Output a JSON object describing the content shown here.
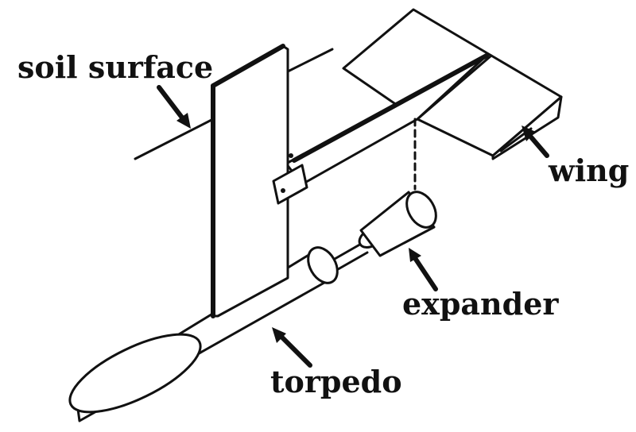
{
  "labels": {
    "soil_surface": "soil surface",
    "wing": "wing",
    "expander": "expander",
    "torpedo": "torpedo"
  },
  "colors": {
    "ink": "#111111",
    "background": "#ffffff"
  }
}
